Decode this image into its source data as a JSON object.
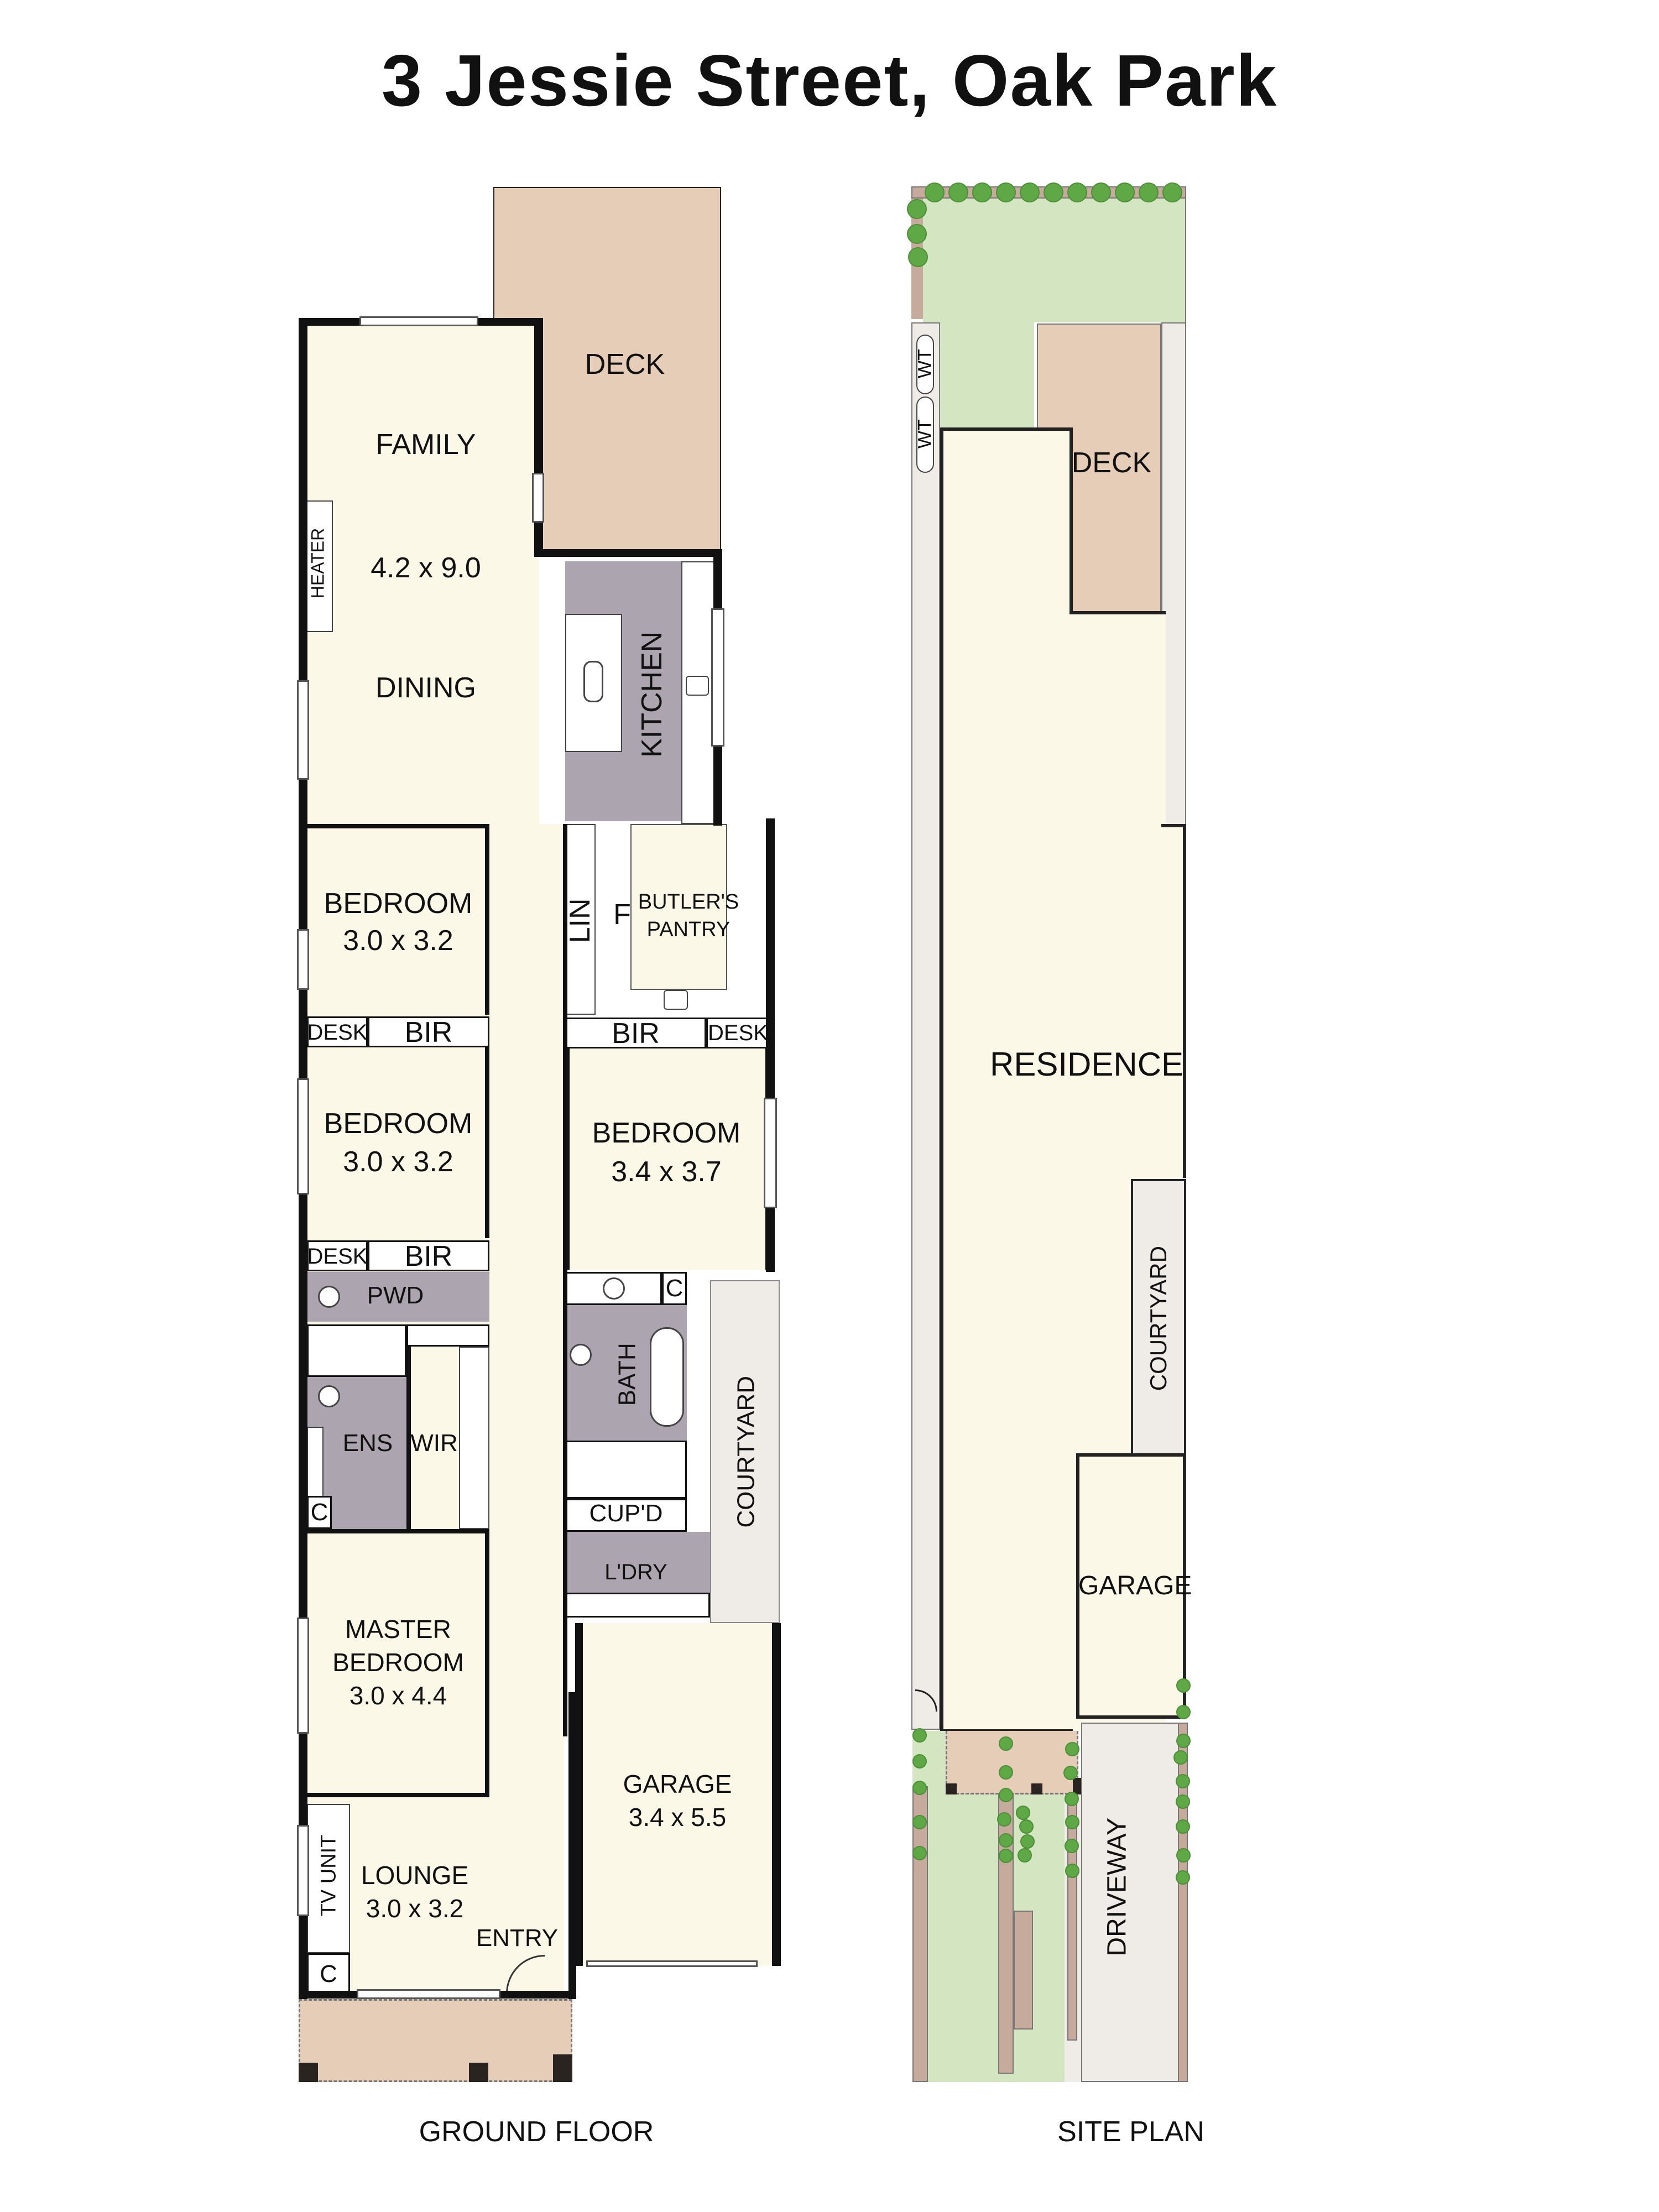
{
  "title": "3 Jessie Street, Oak Park",
  "ground_floor": {
    "caption": "GROUND FLOOR",
    "rooms": {
      "deck": {
        "name": "DECK"
      },
      "family": {
        "name": "FAMILY",
        "dims": "4.2 x 9.0"
      },
      "dining": {
        "name": "DINING"
      },
      "heater": {
        "name": "HEATER"
      },
      "kitchen": {
        "name": "KITCHEN"
      },
      "bedroom2": {
        "name": "BEDROOM",
        "dims": "3.0 x 3.2"
      },
      "bedroom3": {
        "name": "BEDROOM",
        "dims": "3.0 x 3.2"
      },
      "bedroom4": {
        "name": "BEDROOM",
        "dims": "3.4 x 3.7"
      },
      "lin": {
        "name": "LIN"
      },
      "fridge": {
        "name": "F"
      },
      "butlers_pantry": {
        "name": "BUTLER'S",
        "name2": "PANTRY"
      },
      "desk1": {
        "name": "DESK"
      },
      "bir1": {
        "name": "BIR"
      },
      "desk2": {
        "name": "DESK"
      },
      "bir2": {
        "name": "BIR"
      },
      "bir3": {
        "name": "BIR"
      },
      "desk3": {
        "name": "DESK"
      },
      "pwd": {
        "name": "PWD"
      },
      "ens": {
        "name": "ENS"
      },
      "wir": {
        "name": "WIR"
      },
      "ens_cupboard": {
        "name": "C"
      },
      "bath": {
        "name": "BATH"
      },
      "bath_cupboard": {
        "name": "C"
      },
      "cupd": {
        "name": "CUP'D"
      },
      "laundry": {
        "name": "L'DRY"
      },
      "courtyard": {
        "name": "COURTYARD"
      },
      "master": {
        "name": "MASTER",
        "name2": "BEDROOM",
        "dims": "3.0 x 4.4"
      },
      "garage": {
        "name": "GARAGE",
        "dims": "3.4 x 5.5"
      },
      "tv_unit": {
        "name": "TV UNIT"
      },
      "lounge": {
        "name": "LOUNGE",
        "dims": "3.0 x 3.2"
      },
      "lounge_cupboard": {
        "name": "C"
      },
      "entry": {
        "name": "ENTRY"
      }
    }
  },
  "site_plan": {
    "caption": "SITE PLAN",
    "labels": {
      "deck": "DECK",
      "residence": "RESIDENCE",
      "courtyard": "COURTYARD",
      "garage": "GARAGE",
      "driveway": "DRIVEWAY",
      "water_tank_1": "WT",
      "water_tank_2": "WT"
    }
  },
  "colors": {
    "room_fill": "#fbf8e8",
    "wet_area": "#aca4ae",
    "deck": "#e6cdb8",
    "lawn": "#d4e6c1",
    "paving": "#efebe6",
    "garden_bed": "#c6ab9c",
    "tree": "#5ea846",
    "wall": "#111111"
  }
}
